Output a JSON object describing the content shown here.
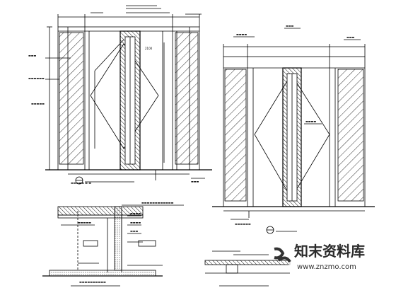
{
  "watermark": {
    "brand_cn": "知末资料库",
    "url": "www.znzmo.com"
  },
  "drawing": {
    "label_2100": "2100"
  }
}
